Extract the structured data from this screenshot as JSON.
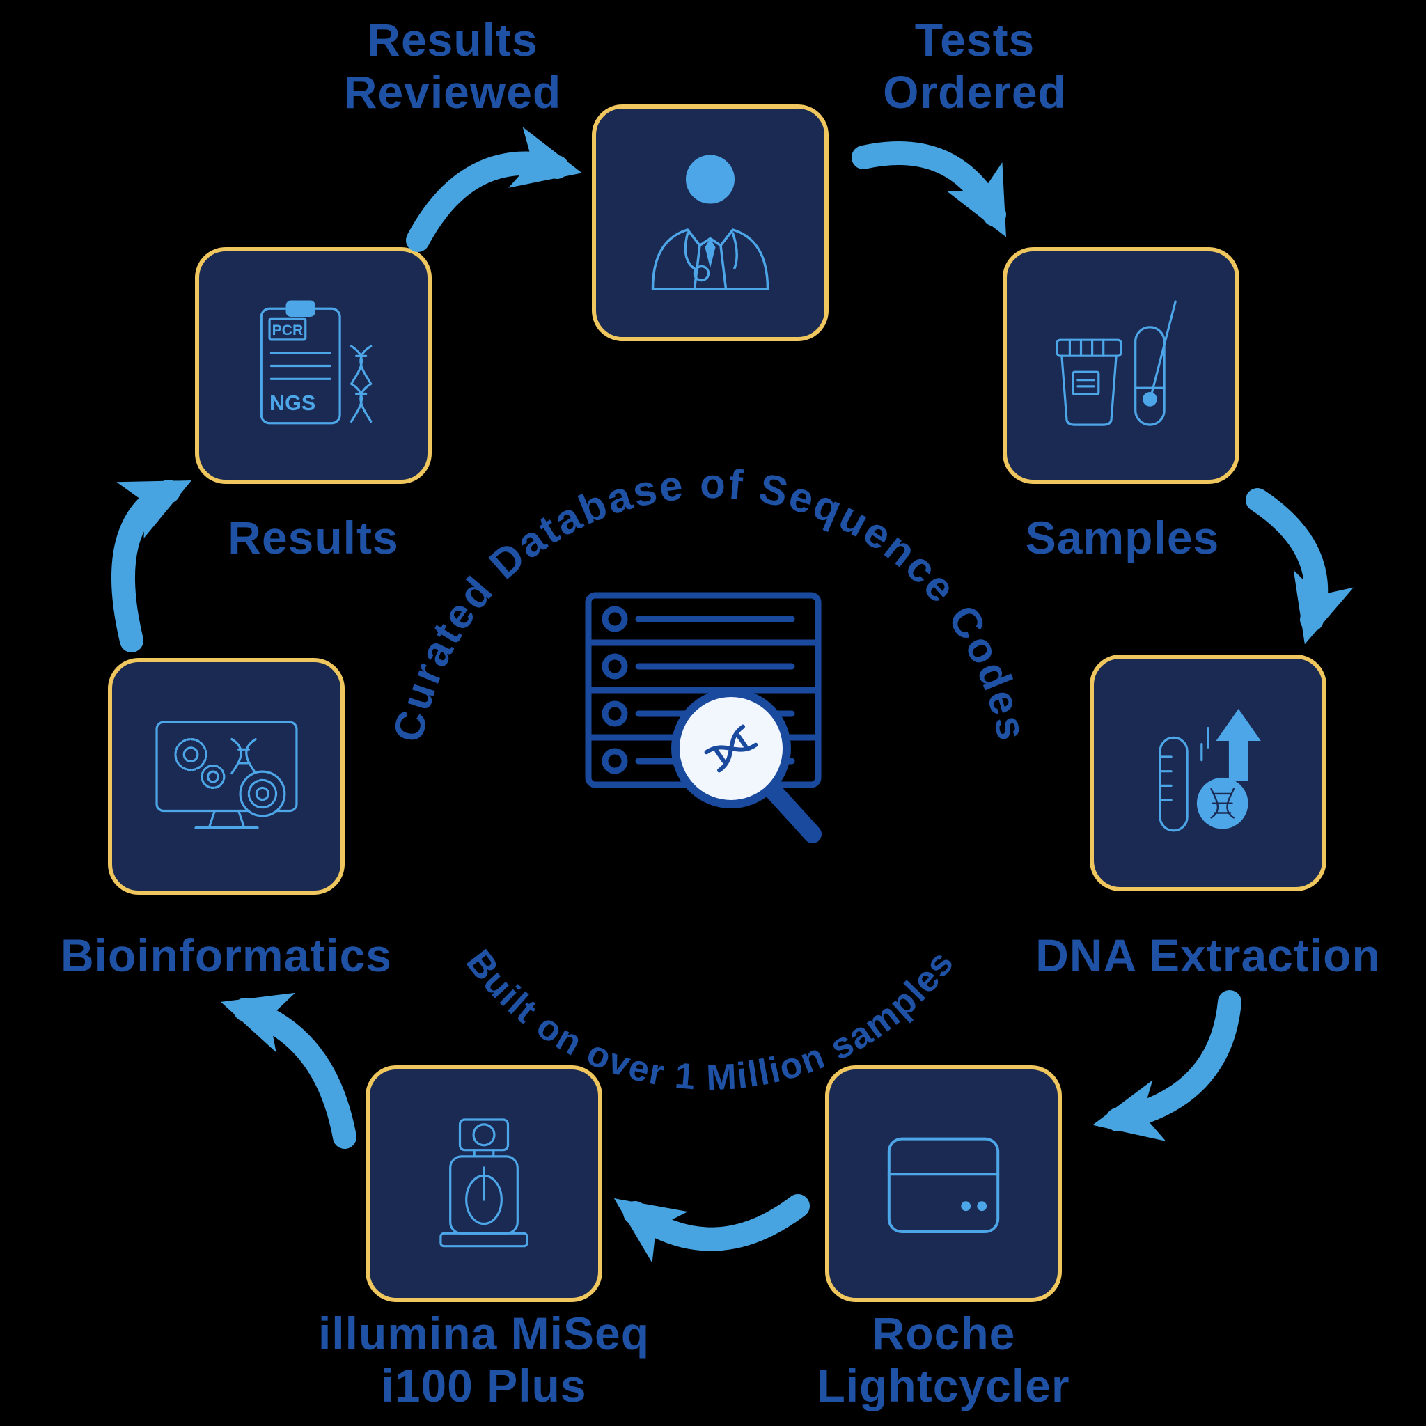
{
  "center": {
    "arc_top": "Curated Database of Sequence Codes",
    "arc_bottom": "Built on over 1 Million samples",
    "icon": "database-search-dna-icon"
  },
  "flow_labels": {
    "results_reviewed": "Results\nReviewed",
    "tests_ordered": "Tests\nOrdered"
  },
  "nodes": {
    "doctor": {
      "icon": "doctor-icon",
      "label": ""
    },
    "samples": {
      "icon": "specimen-cup-swab-icon",
      "label": "Samples"
    },
    "dna_extraction": {
      "icon": "dna-extraction-icon",
      "label": "DNA Extraction"
    },
    "roche": {
      "icon": "thermocycler-icon",
      "label": "Roche\nLightcycler"
    },
    "illumina": {
      "icon": "sequencer-icon",
      "label": "illumina MiSeq\ni100 Plus"
    },
    "bioinformatics": {
      "icon": "computer-analysis-icon",
      "label": "Bioinformatics"
    },
    "results": {
      "icon": "report-clipboard-icon",
      "label": "Results"
    }
  },
  "icon_text": {
    "pcr": "PCR",
    "ngs": "NGS"
  },
  "colors": {
    "background": "#000000",
    "box_fill": "#1b2a52",
    "box_border": "#f0c75f",
    "icon_blue": "#4da6e8",
    "label_blue": "#1f52a5",
    "arrow_blue": "#47a4e0",
    "center_blue": "#1a4a9e"
  }
}
